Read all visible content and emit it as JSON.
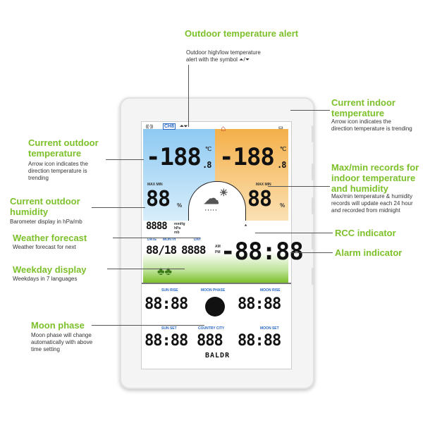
{
  "callouts": {
    "outdoor_alert": {
      "title": "Outdoor temperature alert",
      "desc": "Outdoor high/low temperature alert with the symbol ⏶/⏷"
    },
    "indoor_temp": {
      "title": "Current indoor temperature",
      "desc": "Arrow icon indicates the direction temperature is trending"
    },
    "outdoor_temp": {
      "title": "Current outdoor temperature",
      "desc": "Arrow icon indicates the direction temperature is trending"
    },
    "maxmin": {
      "title": "Max/min records for indoor temperature and humidity",
      "desc": "Max/min temperature & humidity records will update each 24 hour and recorded from midnight"
    },
    "outdoor_humidity": {
      "title": "Current outdoor humidity",
      "desc": "Barometer display in hPa/mb"
    },
    "rcc": {
      "title": "RCC indicator"
    },
    "weather_forecast": {
      "title": "Weather forecast",
      "desc": "Weather forecast for next"
    },
    "alarm": {
      "title": "Alarm indicator"
    },
    "weekday": {
      "title": "Weekday display",
      "desc": "Weekdays in 7 languages"
    },
    "moon_phase": {
      "title": "Moon phase",
      "desc": "Moon phase will change automatically with above time setting"
    }
  },
  "screen": {
    "channel": "CH8",
    "outdoor_temp": "-188",
    "outdoor_temp_dec": ".8",
    "indoor_temp": "-188",
    "indoor_temp_dec": ".8",
    "outdoor_hum": "88",
    "indoor_hum": "88",
    "unit_c": "℃",
    "unit_pct": "%",
    "max_min": "MAX MIN",
    "baro": "8888",
    "baro_units": "mmHg hPa mb",
    "date_label": "DATE",
    "month_label": "MONTH",
    "day_label": "DAY",
    "date": "88/18",
    "weekday_seg": "8888",
    "clock": "-88:88",
    "am": "AM",
    "pm": "PM",
    "sun_rise_label": "SUN RISE",
    "moon_phase_label": "MOON PHASE",
    "moon_rise_label": "MOON RISE",
    "sun_set_label": "SUN SET",
    "country_city_label": "COUNTRY CITY",
    "moon_set_label": "MOON SET",
    "sunrise": "88:88",
    "moonrise": "88:88",
    "sunset": "88:88",
    "moonset": "88:88",
    "city": "888",
    "ampm_small": "AM PM",
    "brand": "BALDR"
  }
}
